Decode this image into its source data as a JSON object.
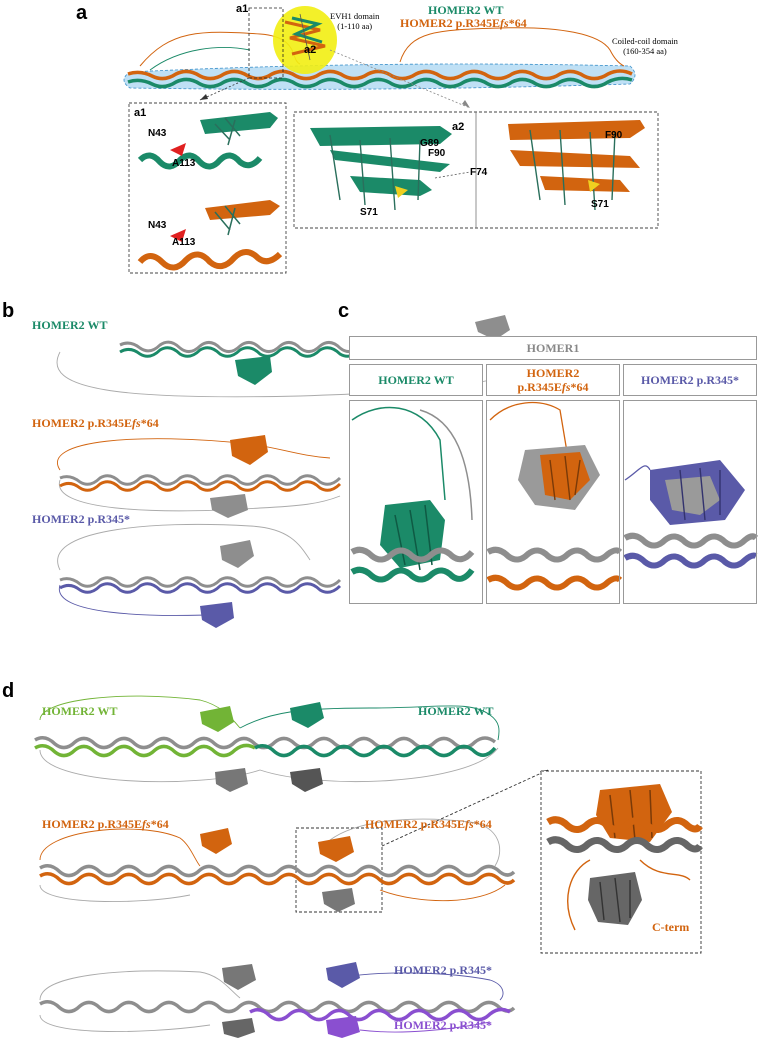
{
  "colors": {
    "wt": "#1b8a68",
    "fs": "#d2640f",
    "r345": "#5a5aa8",
    "r345_light": "#8a4fd0",
    "wt_light": "#72b436",
    "grey": "#8e8e8e",
    "dark_grey": "#555555",
    "evh1_highlight": "#f2ee12",
    "cc_highlight": "#bfe0f5",
    "marker_red": "#e02020",
    "marker_yellow": "#f0d020"
  },
  "panel_a": {
    "letter": "a",
    "legend_wt": "HOMER2 WT",
    "legend_fs_prefix": "HOMER2 p.R345E",
    "legend_fs_italic": "fs",
    "legend_fs_suffix": "*64",
    "evh1_line1": "EVH1 domain",
    "evh1_line2": "(1-110 aa)",
    "cc_line1": "Coiled-coil domain",
    "cc_line2": "(160-354 aa)",
    "callout_a1": "a1",
    "callout_a2": "a2",
    "a1": {
      "label": "a1",
      "residue1": "N43",
      "residue2": "A113"
    },
    "a2": {
      "label": "a2",
      "residues_left": [
        "G89",
        "F90",
        "F74",
        "S71"
      ],
      "residues_right": [
        "F90",
        "S71"
      ]
    }
  },
  "panel_b": {
    "letter": "b",
    "label_wt": "HOMER2 WT",
    "label_fs_prefix": "HOMER2 p.R345E",
    "label_fs_italic": "fs",
    "label_fs_suffix": "*64",
    "label_r345": "HOMER2 p.R345*"
  },
  "panel_c": {
    "letter": "c",
    "header": "HOMER1",
    "col1": "HOMER2 WT",
    "col2_line1": "HOMER2",
    "col2_line2_prefix": "p.R345E",
    "col2_line2_italic": "fs",
    "col2_line2_suffix": "*64",
    "col3": "HOMER2 p.R345*"
  },
  "panel_d": {
    "letter": "d",
    "row1_left": "HOMER2 WT",
    "row1_right": "HOMER2 WT",
    "row2_left_prefix": "HOMER2 p.R345E",
    "row2_left_italic": "fs",
    "row2_left_suffix": "*64",
    "row2_right_prefix": "HOMER2 p.R345E",
    "row2_right_italic": "fs",
    "row2_right_suffix": "*64",
    "row3_right_top": "HOMER2 p.R345*",
    "row3_right_bottom": "HOMER2 p.R345*",
    "inset_label": "C-term"
  }
}
